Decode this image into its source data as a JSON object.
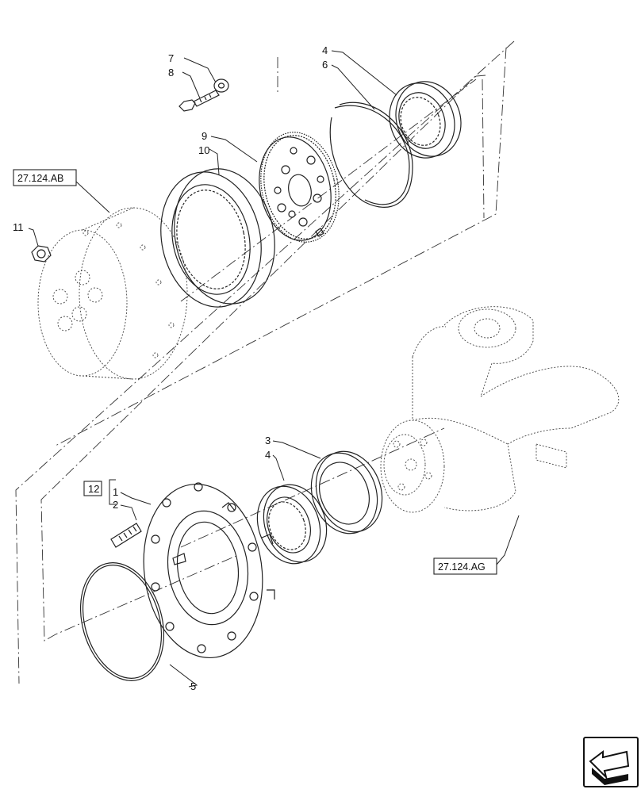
{
  "diagram": {
    "callouts": {
      "c1": "1",
      "c2": "2",
      "c3": "3",
      "c4a": "4",
      "c4b": "4",
      "c5": "5",
      "c6": "6",
      "c7": "7",
      "c8": "8",
      "c9": "9",
      "c10": "10",
      "c11": "11",
      "c12": "12"
    },
    "references": {
      "ab": "27.124.AB",
      "ag": "27.124.AG"
    },
    "nav_icon": "arrow-nav-icon"
  }
}
